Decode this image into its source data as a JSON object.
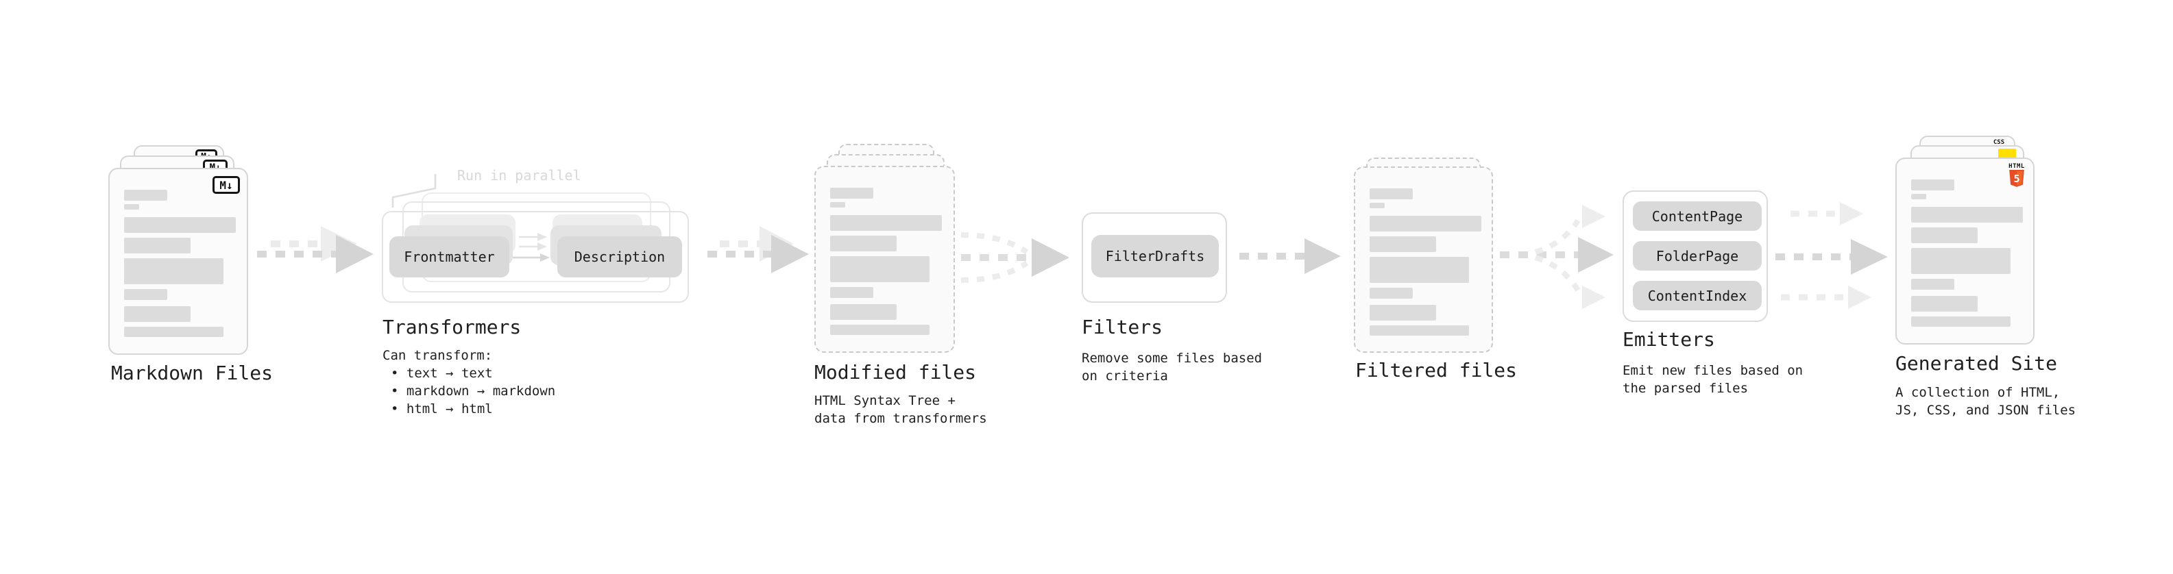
{
  "colors": {
    "card_border": "#d5d5d5",
    "dashed_border": "#c9c9c9",
    "placeholder_bar": "#dcdcdc",
    "node_fill": "#d9d9d9",
    "arrow_dark": "#d4d4d4",
    "arrow_light": "#ededed",
    "annotation_gray": "#d8d8d8",
    "html5_orange": "#e44d26",
    "html5_orange_light": "#f16529",
    "js_yellow": "#ffdf00",
    "css_blue": "#2965f1"
  },
  "stages": {
    "markdown_files": {
      "label": "Markdown Files",
      "badge": "M↓"
    },
    "transformers": {
      "annotation": "Run in parallel",
      "node_frontmatter": "Frontmatter",
      "node_description": "Description",
      "heading": "Transformers",
      "desc_intro": "Can transform:",
      "bullets": [
        "• text → text",
        "• markdown → markdown",
        "• html → html"
      ]
    },
    "modified_files": {
      "label": "Modified files",
      "desc1": "HTML Syntax Tree +",
      "desc2": "data from transformers"
    },
    "filters": {
      "heading": "Filters",
      "node_filter_drafts": "FilterDrafts",
      "desc1": "Remove some files based",
      "desc2": "on criteria"
    },
    "filtered_files": {
      "label": "Filtered files"
    },
    "emitters": {
      "heading": "Emitters",
      "nodes": [
        "ContentPage",
        "FolderPage",
        "ContentIndex"
      ],
      "desc1": "Emit new files based on",
      "desc2": "the parsed files"
    },
    "generated_site": {
      "label": "Generated Site",
      "desc1": "A collection of HTML,",
      "desc2": "JS, CSS, and JSON files",
      "css_badge": "CSS",
      "html_badge": "HTML",
      "html_badge_number": "5"
    }
  }
}
